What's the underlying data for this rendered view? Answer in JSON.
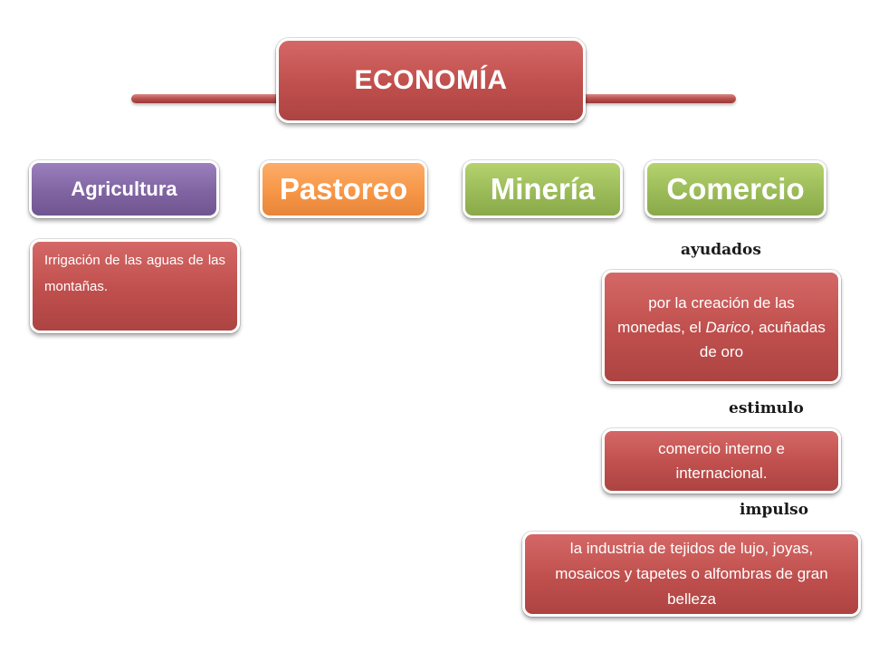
{
  "title": "ECONOMÍA",
  "categories": {
    "agricultura": "Agricultura",
    "pastoreo": "Pastoreo",
    "mineria": "Minería",
    "comercio": "Comercio"
  },
  "agricultura_desc": "Irrigación de las aguas de las montañas.",
  "comercio_flow": {
    "connector_1": "ayudados",
    "monedas": {
      "before": "por la creación de las monedas, el ",
      "italic": "Darico",
      "after": ", acuñadas de oro"
    },
    "connector_2": "estimulo",
    "comercio_interno": "comercio interno e internacional.",
    "connector_3": "impulso",
    "industria": "la industria de tejidos de lujo, joyas, mosaicos y tapetes o alfombras de gran belleza"
  },
  "colors": {
    "title": "#c0504d",
    "agricultura": "#8064a2",
    "pastoreo": "#f79646",
    "mineria": "#9bbb59",
    "comercio": "#9bbb59",
    "detail_boxes": "#c0504d"
  }
}
